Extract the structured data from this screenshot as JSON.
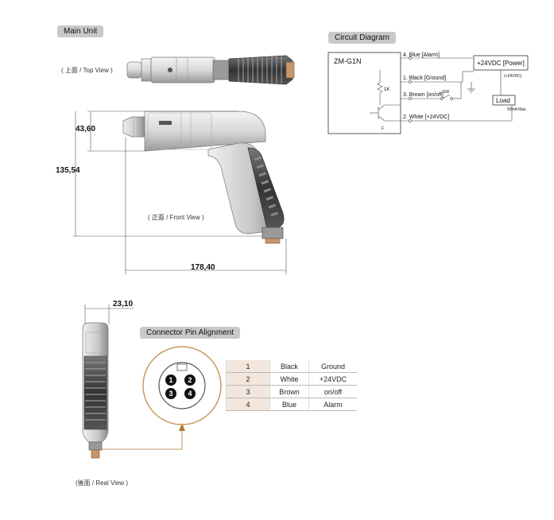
{
  "labels": {
    "main_unit": "Main Unit",
    "circuit_diagram": "Circuit Diagram",
    "connector_pin_alignment": "Connector Pin Alignment",
    "top_view": "( 上面 / Top View )",
    "front_view": "( 正面 / Front View )",
    "real_view": "(後面 / Real View )"
  },
  "dimensions": {
    "d1": "43,60",
    "d2": "135,54",
    "d3": "178,40",
    "d4": "23,10"
  },
  "circuit": {
    "model": "ZM-G1N",
    "line1": "4. Blue [Alarm]",
    "line2": "1. Black [Ground]",
    "line3": "3. Brown [on/off]",
    "line4": "2. White [+24VDC]",
    "power": "+24VDC [Power]",
    "power_note": "(+24VDC)",
    "load": "Load",
    "load_note": "50mA Max.",
    "sw": "SW",
    "resistor": "1K",
    "transistor_pin": "F"
  },
  "connector": {
    "pin1": "1",
    "pin2": "2",
    "pin3": "3",
    "pin4": "4"
  },
  "pin_table": [
    {
      "num": "1",
      "color": "Black",
      "function": "Ground"
    },
    {
      "num": "2",
      "color": "White",
      "function": "+24VDC"
    },
    {
      "num": "3",
      "color": "Brown",
      "function": "on/off"
    },
    {
      "num": "4",
      "color": "Blue",
      "function": "Alarm"
    }
  ],
  "colors": {
    "accent": "#b07a3a",
    "tag_bg": "#c9c9c9",
    "table_highlight": "#f3e6dc"
  }
}
